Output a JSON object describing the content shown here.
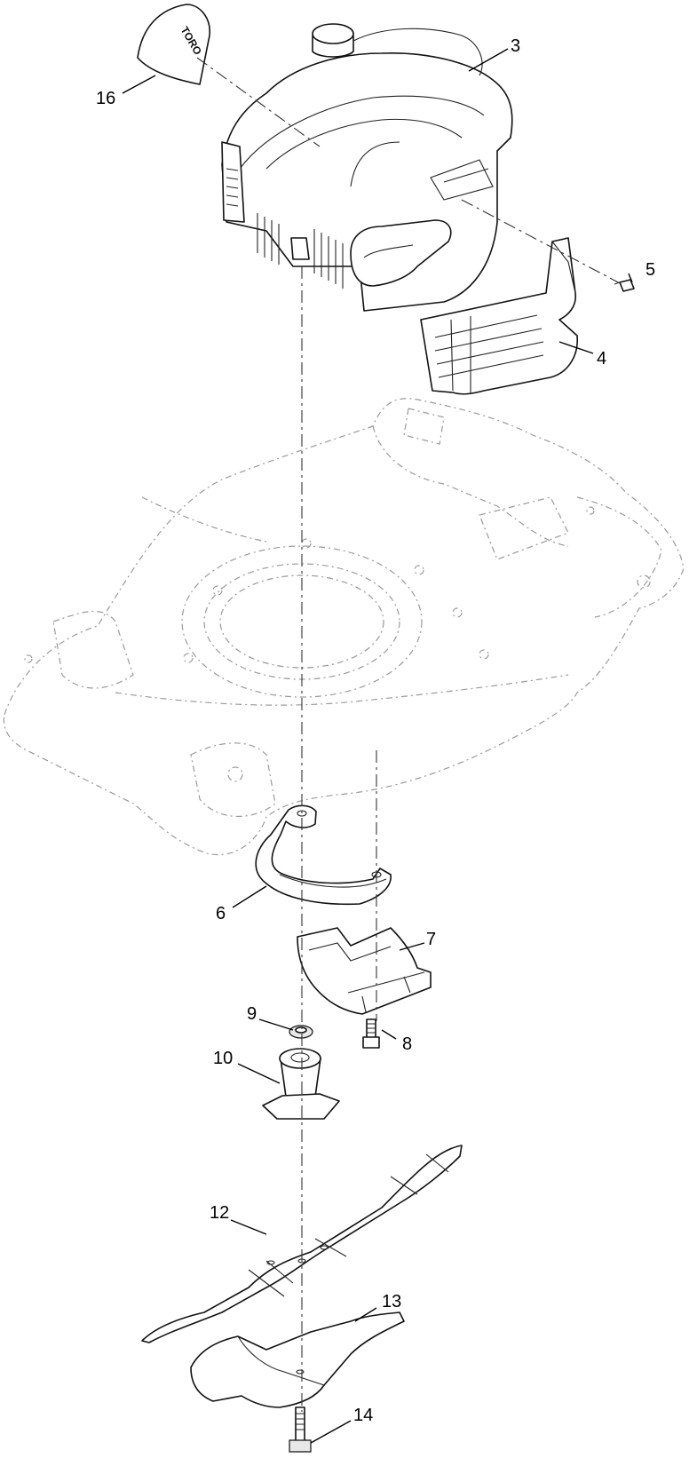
{
  "callouts": {
    "c3": "3",
    "c4": "4",
    "c5": "5",
    "c6": "6",
    "c7": "7",
    "c8": "8",
    "c9": "9",
    "c10": "10",
    "c12": "12",
    "c13": "13",
    "c14": "14",
    "c16": "16"
  },
  "decal_text": "TORO"
}
